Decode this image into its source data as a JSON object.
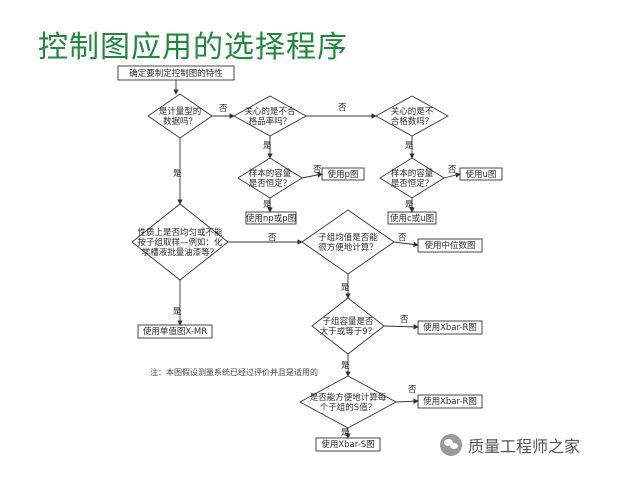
{
  "title": "控制图应用的选择程序",
  "nodes": {
    "start": "确定要制定控制图的特性",
    "d_count": [
      "是计量型的",
      "数据吗？"
    ],
    "d_nonconf_rate": [
      "关心的是不合",
      "格品率吗？"
    ],
    "d_nonconf_count": [
      "关心的是不",
      "合格数吗？"
    ],
    "d_sample_const_1": [
      "样本的容量",
      "是否恒定？"
    ],
    "d_sample_const_2": [
      "样本的容量",
      "是否恒定？"
    ],
    "use_p": "使用p图",
    "use_u": "使用u图",
    "use_np_p": "使用np或p图",
    "use_c_u": "使用c或u图",
    "d_homog": [
      "性质上是否均匀或不能",
      "按子组取样—例如：化",
      "学槽液批量油漆等？"
    ],
    "d_median": [
      "子组均值是否能",
      "很方便地计算？"
    ],
    "use_median": "使用中位数图",
    "use_individual": "使用单值图X-MR",
    "d_size9": [
      "子组容量是否",
      "大于或等于9？"
    ],
    "use_xbar_r": "使用Xbar-R图",
    "d_calc_s": [
      "是否能方便地计算每",
      "个子组的S值？"
    ],
    "use_xbar_r2": "使用Xbar-R图",
    "use_xbar_s": "使用Xbar-S图"
  },
  "labels": {
    "yes": "是",
    "no": "否"
  },
  "note": "注：本图假设测量系统已经过评价并且是适用的",
  "watermark": "质量工程师之家"
}
